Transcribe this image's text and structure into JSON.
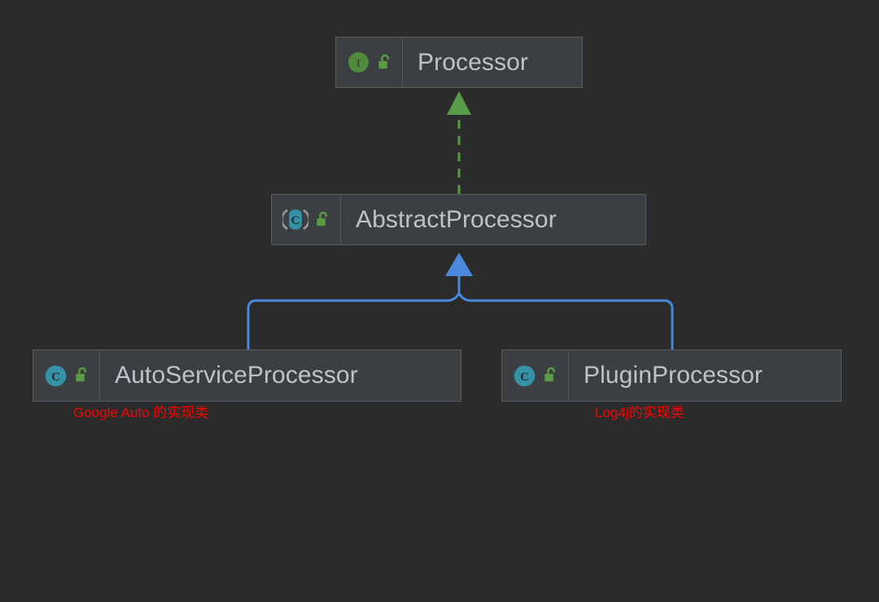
{
  "diagram": {
    "type": "uml-class-hierarchy",
    "background_color": "#2b2b2b",
    "node_fill_color": "#3c3f41",
    "node_border_color": "#5a5d5f",
    "node_text_color": "#bcc3cc",
    "realization_edge_color": "#579c47",
    "generalization_edge_color": "#4a88db",
    "annotation_color": "#fe0000"
  },
  "nodes": {
    "processor": {
      "label": "Processor",
      "stereotype_icon": "interface-icon",
      "stereotype_letter": "I",
      "visibility_icon": "unlocked-padlock-icon",
      "visibility": "public"
    },
    "abstract_processor": {
      "label": "AbstractProcessor",
      "stereotype_icon": "abstract-class-icon",
      "stereotype_letter": "C",
      "visibility_icon": "unlocked-padlock-icon",
      "visibility": "public"
    },
    "auto_service_processor": {
      "label": "AutoServiceProcessor",
      "stereotype_icon": "class-icon",
      "stereotype_letter": "C",
      "visibility_icon": "unlocked-padlock-icon",
      "visibility": "public"
    },
    "plugin_processor": {
      "label": "PluginProcessor",
      "stereotype_icon": "class-icon",
      "stereotype_letter": "C",
      "visibility_icon": "unlocked-padlock-icon",
      "visibility": "public"
    }
  },
  "annotations": {
    "auto_service_note": "Google Auto 的实现类",
    "plugin_note": "Log4j的实现类"
  },
  "edges": [
    {
      "name": "realization-abstractprocessor-to-processor",
      "from": "abstract_processor",
      "to": "processor",
      "style": "dashed",
      "arrow": "triangle",
      "color": "#579c47"
    },
    {
      "name": "generalization-autoserviceprocessor-to-abstractprocessor",
      "from": "auto_service_processor",
      "to": "abstract_processor",
      "style": "solid",
      "arrow": "triangle",
      "color": "#4a88db"
    },
    {
      "name": "generalization-pluginprocessor-to-abstractprocessor",
      "from": "plugin_processor",
      "to": "abstract_processor",
      "style": "solid",
      "arrow": "triangle",
      "color": "#4a88db"
    }
  ]
}
